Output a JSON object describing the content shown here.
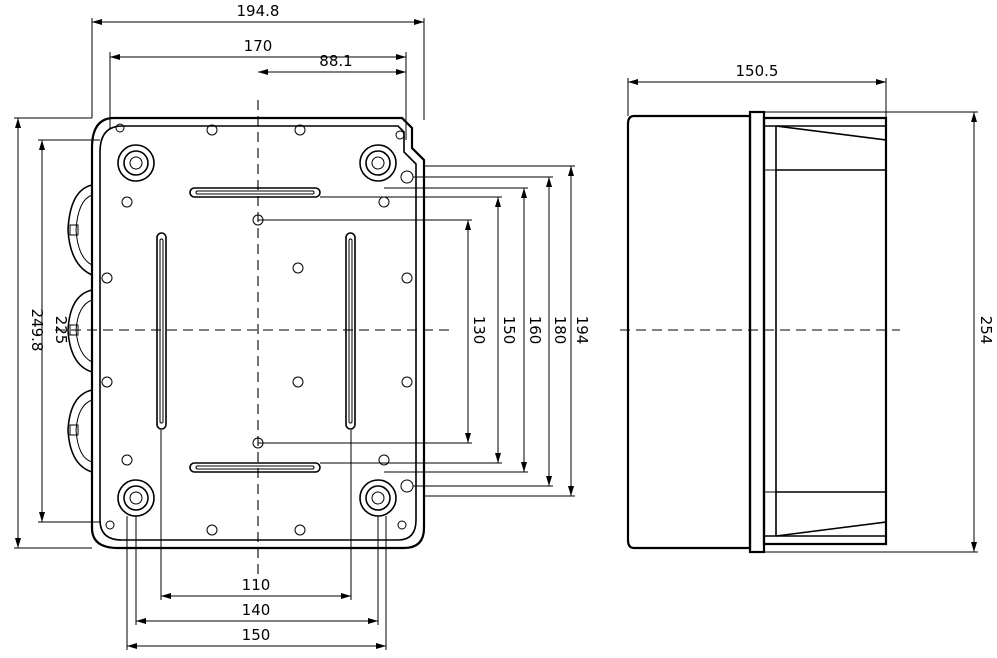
{
  "front_view": {
    "overall_width": "194.8",
    "width_170": "170",
    "half_width": "88.1",
    "overall_height": "249.8",
    "height_225": "225",
    "bottom_110": "110",
    "bottom_140": "140",
    "bottom_150": "150",
    "right_130": "130",
    "right_150": "150",
    "right_160": "160",
    "right_180": "180",
    "right_194": "194"
  },
  "side_view": {
    "depth": "150.5",
    "height": "254"
  }
}
